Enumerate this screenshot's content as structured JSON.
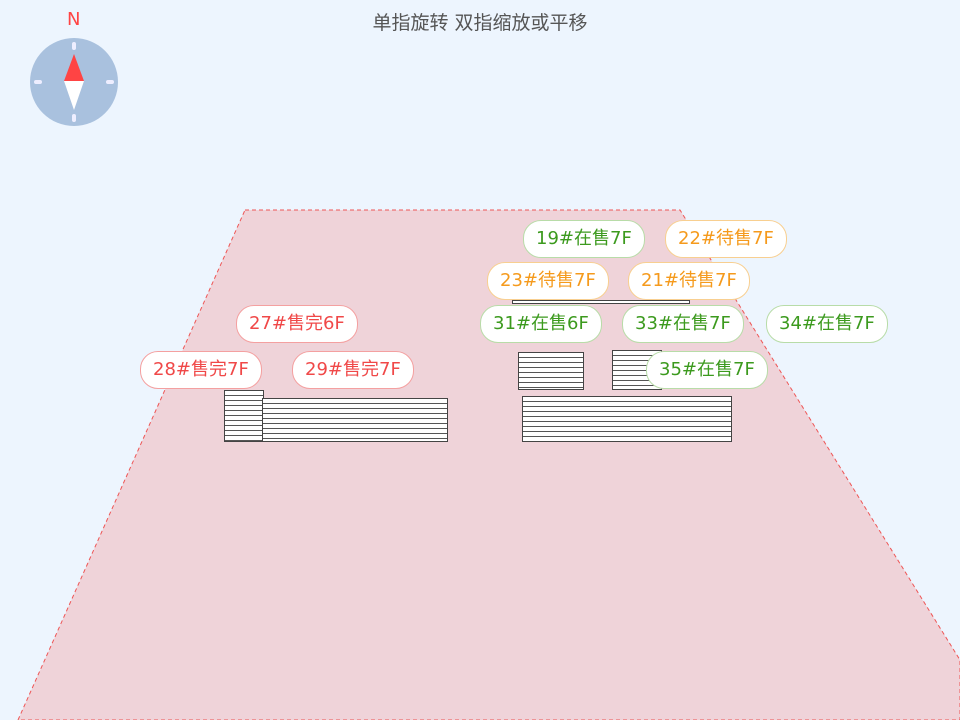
{
  "hint": "单指旋转 双指缩放或平移",
  "compass": {
    "north_label": "N",
    "icon": "compass-icon"
  },
  "colors": {
    "sold": "#f04848",
    "on_sale": "#3c9a1e",
    "pending": "#f59a1c",
    "ground": "#efd3d9"
  },
  "labels": {
    "b19": "19#在售7F",
    "b20": "22#待售7F",
    "b23": "23#待售7F",
    "b21": "21#待售7F",
    "b31": "31#在售6F",
    "b33": "33#在售7F",
    "b34": "34#在售7F",
    "b35": "35#在售7F",
    "b27": "27#售完6F",
    "b28": "28#售完7F",
    "b29": "29#售完7F"
  }
}
